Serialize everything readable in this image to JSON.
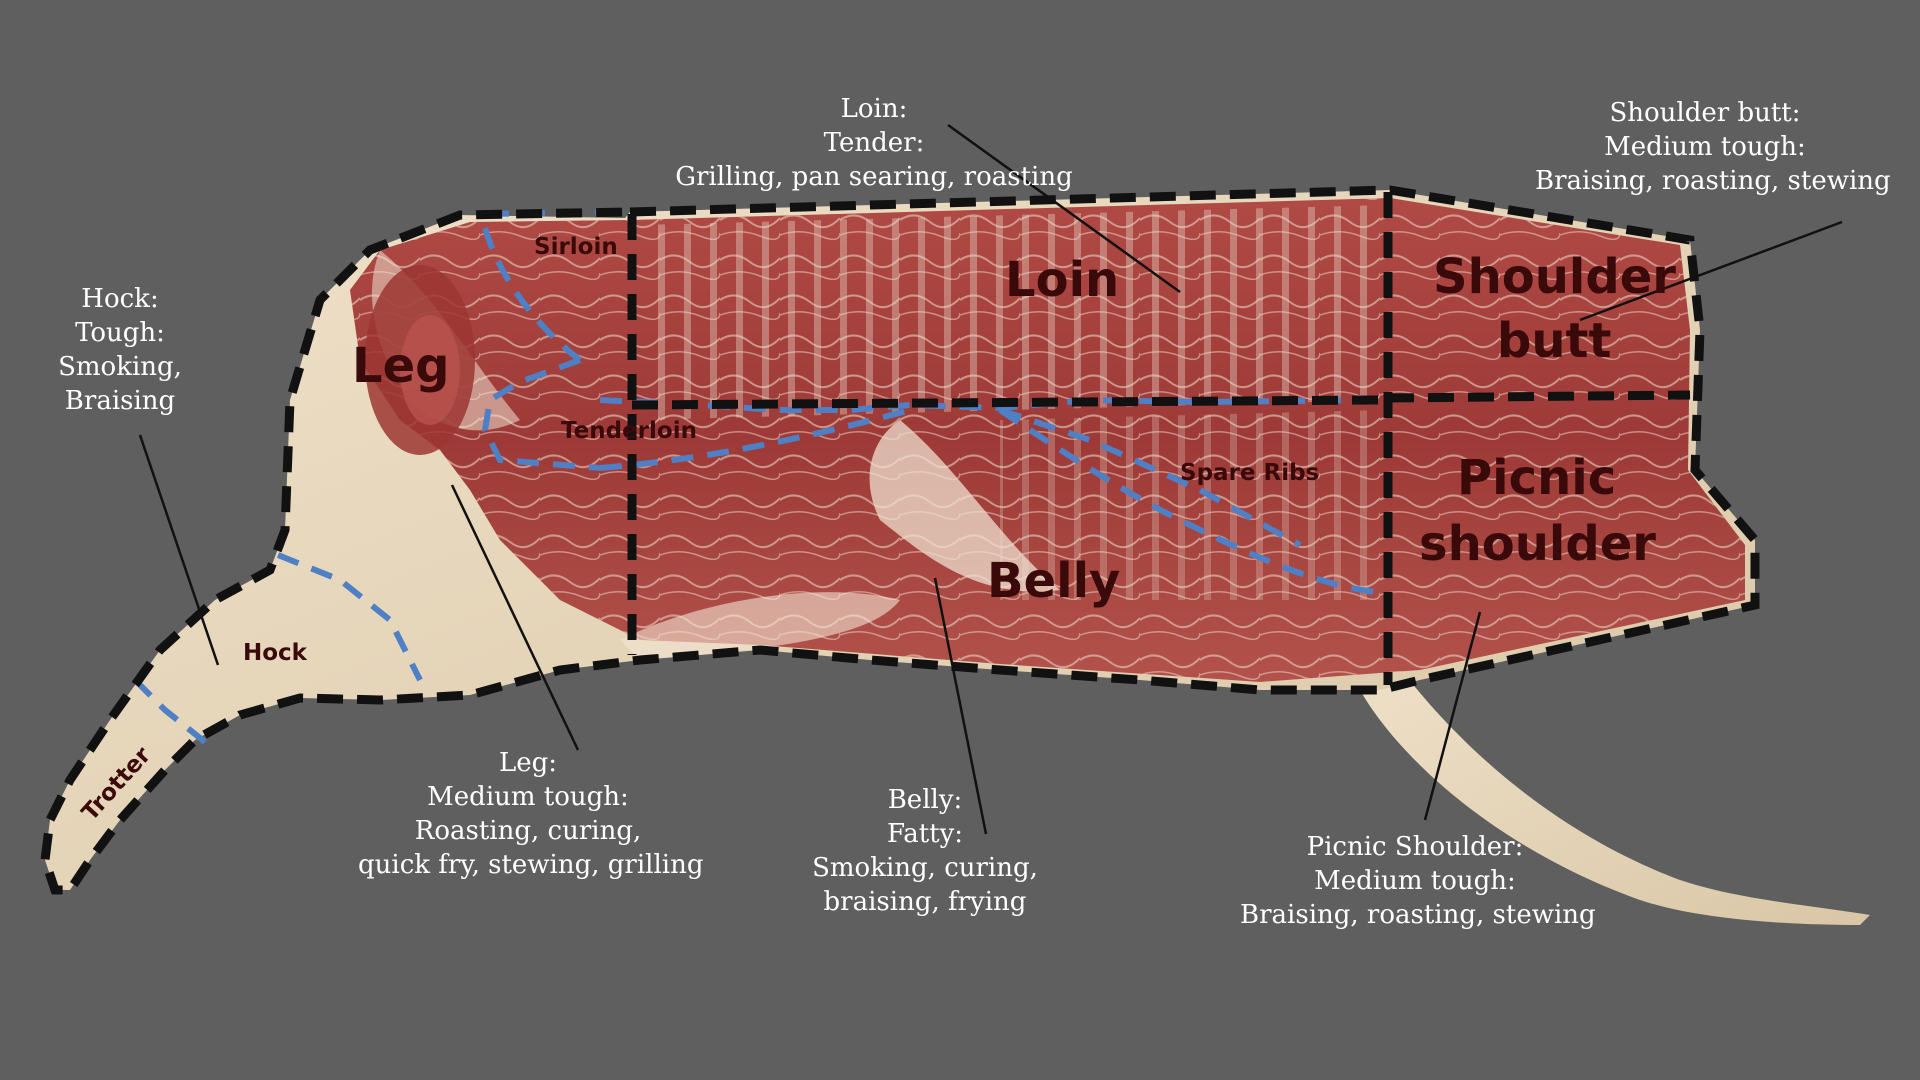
{
  "cuts": {
    "leg": "Leg",
    "sirloin": "Sirloin",
    "loin": "Loin",
    "shoulder_butt_line1": "Shoulder",
    "shoulder_butt_line2": "butt",
    "tenderloin": "Tenderloin",
    "spare_ribs": "Spare Ribs",
    "picnic_line1": "Picnic",
    "picnic_line2": "shoulder",
    "belly": "Belly",
    "hock": "Hock",
    "trotter": "Trotter"
  },
  "annotations": {
    "hock": [
      "Hock:",
      "Tough:",
      "Smoking,",
      "Braising"
    ],
    "loin": [
      "Loin:",
      "Tender:",
      "Grilling, pan searing, roasting"
    ],
    "shoulder_butt": [
      "Shoulder butt:",
      "Medium tough:",
      "Braising, roasting, stewing"
    ],
    "leg": [
      "Leg:",
      "Medium tough:",
      "Roasting, curing,",
      "quick fry, stewing, grilling"
    ],
    "belly": [
      "Belly:",
      "Fatty:",
      "Smoking, curing,",
      "braising, frying"
    ],
    "picnic_shoulder": [
      "Picnic Shoulder:",
      "Medium tough:",
      "Braising, roasting, stewing"
    ]
  },
  "colors": {
    "background": "#5f5f5f",
    "major_cut_line": "#111111",
    "sub_cut_line": "#4f7fc4",
    "meat": "#a8423e",
    "fat": "#ecdcc6",
    "skin": "#e7d6ba",
    "label_text": "#3a0a0a",
    "note_text": "#ffffff"
  }
}
